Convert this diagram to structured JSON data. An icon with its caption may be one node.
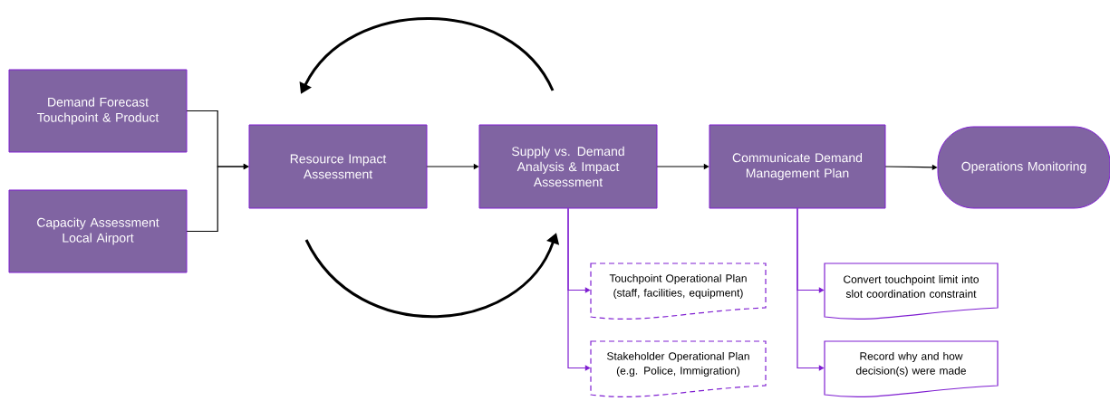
{
  "diagram": {
    "nodes": [
      {
        "text": [
          "Demand Forecast Touchpoint & Product"
        ]
      },
      {
        "text": [
          "Capacity Assessment Local Airport"
        ]
      },
      {
        "text": [
          "Resource Impact Assessment"
        ]
      },
      {
        "text": [
          "Supply vs. Demand Analysis & Impact Assessment"
        ]
      },
      {
        "text": [
          "Communicate Demand Management Plan"
        ]
      },
      {
        "text": [
          "Operations Monitoring"
        ]
      },
      {
        "text": [
          "Touchpoint Operational Plan (staff, facilities, equipment)"
        ]
      },
      {
        "text": [
          "Stakeholder Operational Plan (e.g. Police, Immigration)"
        ]
      },
      {
        "text": [
          "Convert touchpoint limit into slot coordination constraint"
        ]
      },
      {
        "text": [
          "Record why and how decision(s) were made"
        ]
      }
    ],
    "edges": [
      {
        "from": 0,
        "to": 2,
        "arrow": "to"
      },
      {
        "from": 1,
        "to": 2,
        "arrow": "to"
      },
      {
        "from": 2,
        "to": 3,
        "arrow": "to"
      },
      {
        "from": 3,
        "to": 4,
        "arrow": "to"
      },
      {
        "from": 4,
        "to": 5,
        "arrow": "to"
      },
      {
        "from": 3,
        "to": 6,
        "arrow": "to",
        "color": "#7f1fd1"
      },
      {
        "from": 3,
        "to": 7,
        "arrow": "to",
        "color": "#7f1fd1"
      },
      {
        "from": 4,
        "to": 8,
        "arrow": "to",
        "color": "#7f1fd1"
      },
      {
        "from": 4,
        "to": 9,
        "arrow": "to",
        "color": "#7f1fd1"
      }
    ]
  }
}
